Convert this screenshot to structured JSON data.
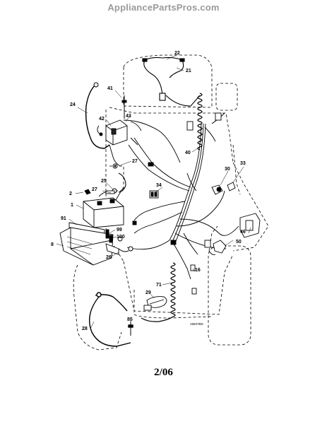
{
  "watermark": "AppliancePartsPros.com",
  "page_number": "2/06",
  "drawing_code": "19837BD",
  "callouts": {
    "c22": "22",
    "c21": "21",
    "c24": "24",
    "c41": "41",
    "c43": "43",
    "c42": "42",
    "c27a": "27",
    "c27b": "27",
    "c25": "25",
    "c2": "2",
    "c1": "1",
    "c91": "91",
    "c99": "99",
    "c100": "100",
    "c8": "8",
    "c26": "26",
    "c40": "40",
    "c34": "34",
    "c30": "30",
    "c33": "33",
    "c46": "46",
    "c50": "50",
    "c16": "16",
    "c71": "71",
    "c29": "29",
    "c28": "28",
    "c85": "85"
  }
}
